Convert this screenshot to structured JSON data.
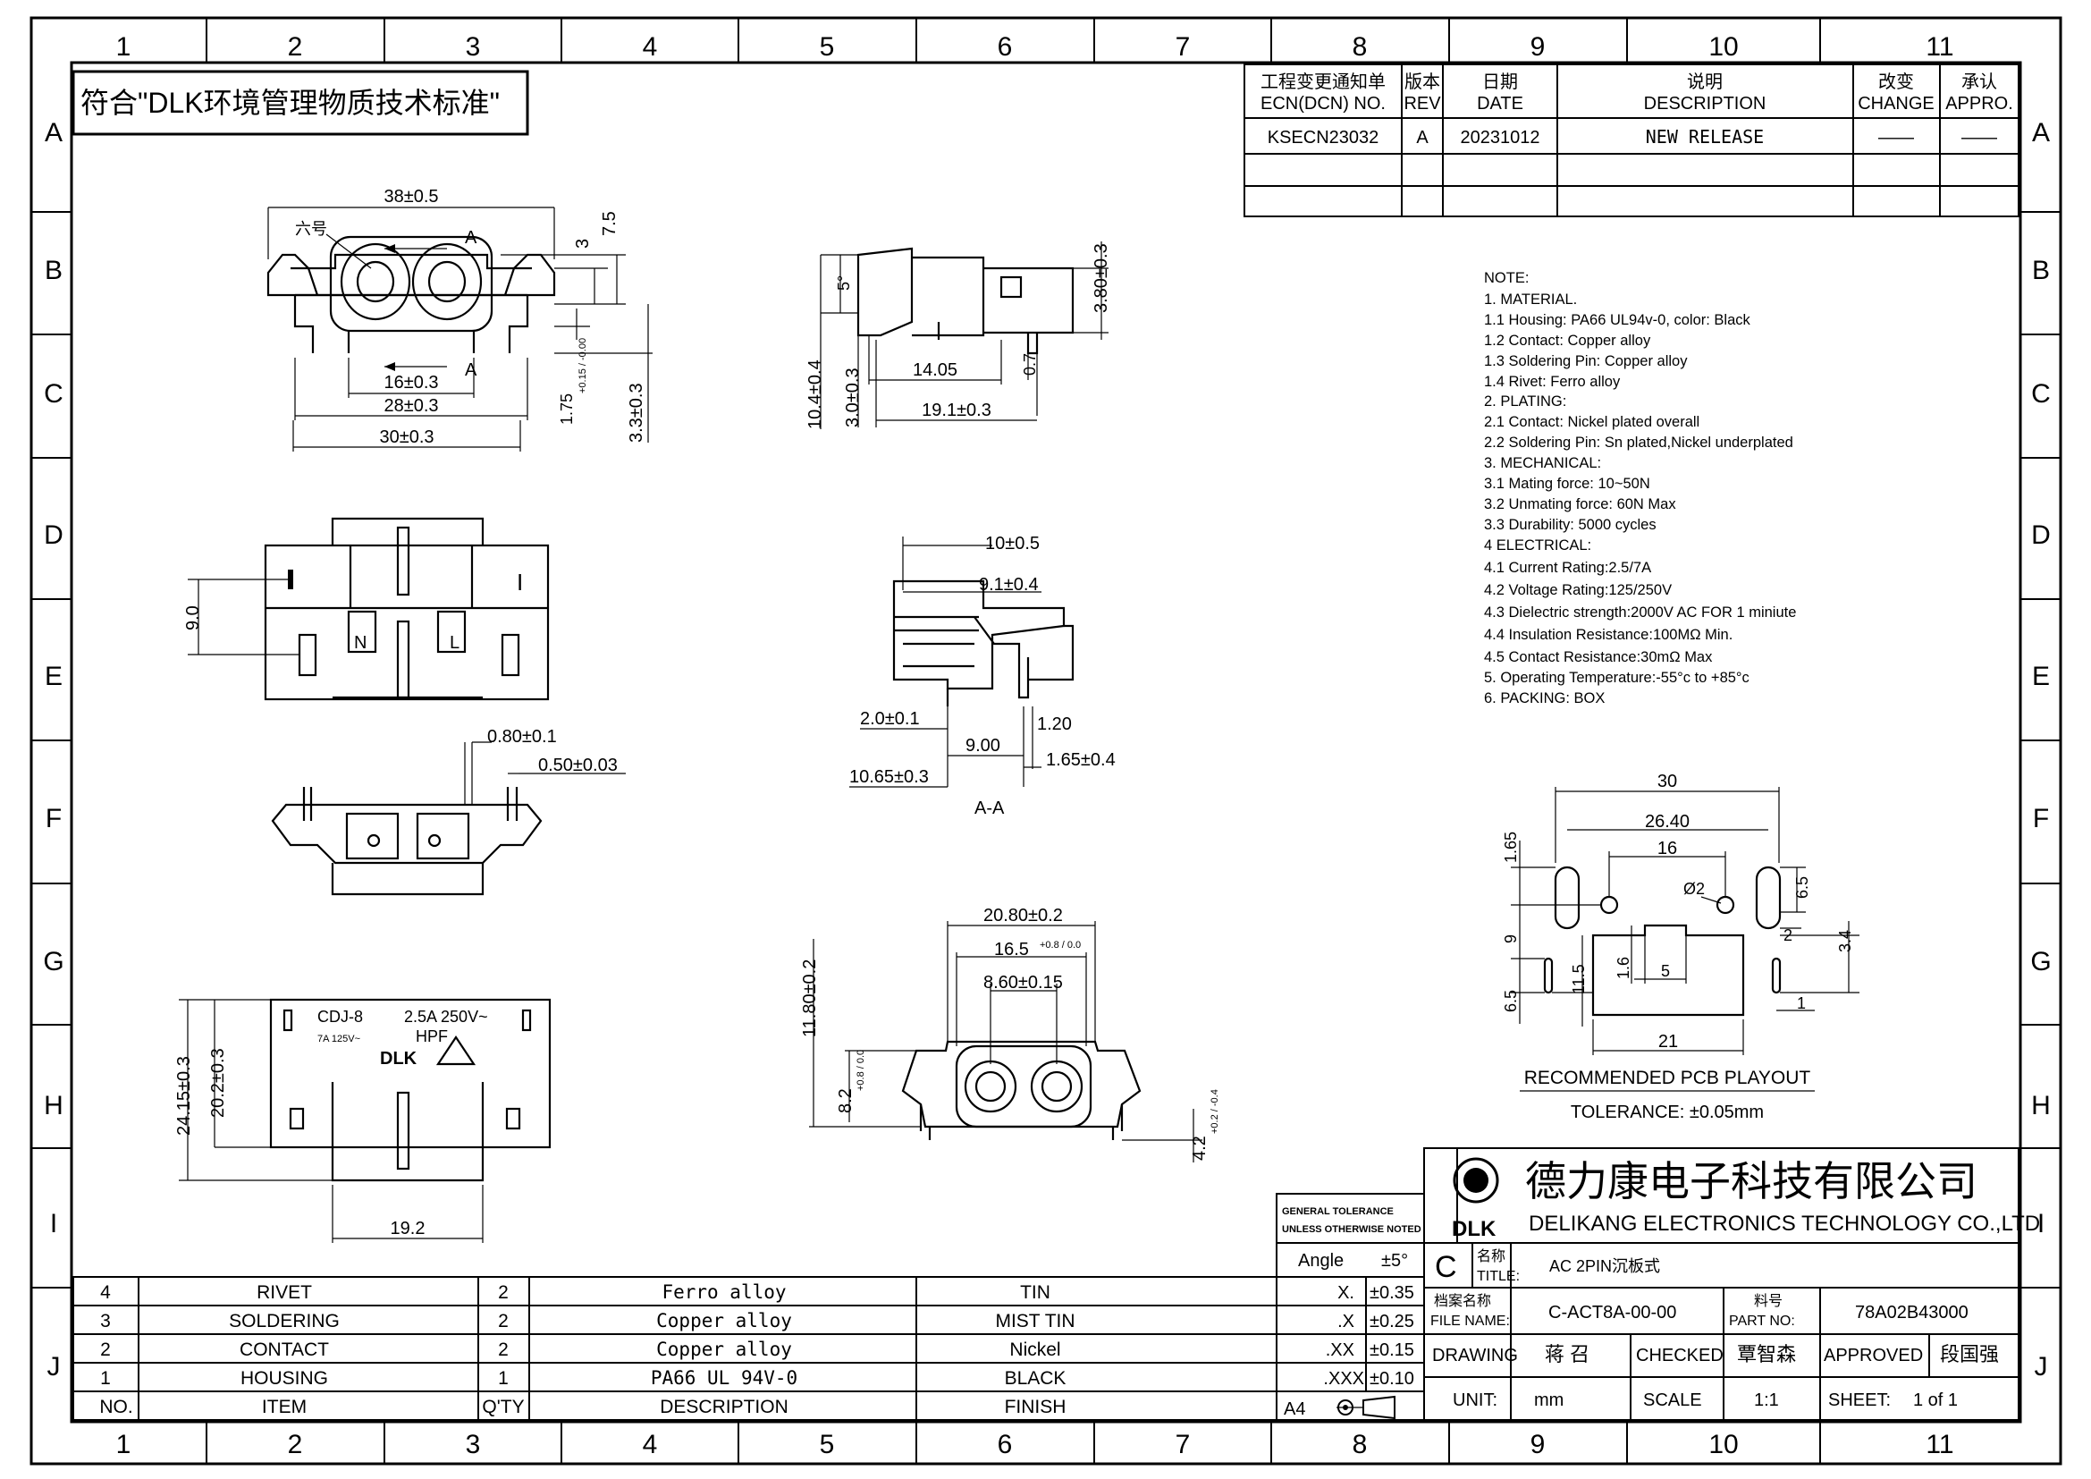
{
  "grid": {
    "columns": [
      "1",
      "2",
      "3",
      "4",
      "5",
      "6",
      "7",
      "8",
      "9",
      "10",
      "11"
    ],
    "rows": [
      "A",
      "B",
      "C",
      "D",
      "E",
      "F",
      "G",
      "H",
      "I",
      "J"
    ]
  },
  "header_banner": "符合\"DLK环境管理物质技术标准\"",
  "revision_table": {
    "headers": [
      {
        "cn": "工程变更通知单",
        "en": "ECN(DCN) NO."
      },
      {
        "cn": "版本",
        "en": "REV"
      },
      {
        "cn": "日期",
        "en": "DATE"
      },
      {
        "cn": "说明",
        "en": "DESCRIPTION"
      },
      {
        "cn": "改变",
        "en": "CHANGE"
      },
      {
        "cn": "承认",
        "en": "APPRO."
      }
    ],
    "row": {
      "ecn": "KSECN23032",
      "rev": "A",
      "date": "20231012",
      "description": "NEW RELEASE",
      "change": "——",
      "appro": "——"
    }
  },
  "notes": [
    "NOTE:",
    "1. MATERIAL.",
    "1.1 Housing: PA66 UL94v-0, color: Black",
    "1.2 Contact: Copper alloy",
    "1.3 Soldering Pin: Copper alloy",
    "1.4 Rivet: Ferro alloy",
    "2. PLATING:",
    "2.1 Contact: Nickel plated overall",
    "2.2 Soldering Pin: Sn plated,Nickel underplated",
    "3. MECHANICAL:",
    "3.1 Mating force: 10~50N",
    "3.2 Unmating force: 60N Max",
    "3.3 Durability: 5000 cycles",
    "4 ELECTRICAL:",
    "4.1 Current Rating:2.5/7A",
    "4.2 Voltage Rating:125/250V",
    "4.3 Dielectric strength:2000V AC FOR 1 miniute",
    "4.4 Insulation Resistance:100MΩ Min.",
    "4.5 Contact Resistance:30mΩ Max",
    "5. Operating Temperature:-55°c to +85°c",
    "6. PACKING: BOX"
  ],
  "dims": {
    "front": {
      "w38": "38±0.5",
      "liuhao": "六号",
      "a": "A",
      "d3": "3",
      "d75": "7.5",
      "d16": "16±0.3",
      "d28": "28±0.3",
      "d30": "30±0.3",
      "d175": "1.75",
      "d175tol": "+0.15 / -0.00",
      "d33": "3.3±0.3"
    },
    "side": {
      "d5": "5°",
      "d380": "3.80±0.3",
      "d1405": "14.05",
      "d07": "0.7",
      "d104": "10.4±0.4",
      "d30": "3.0±0.3",
      "d191": "19.1±0.3"
    },
    "top": {
      "d90": "9.0",
      "n": "N",
      "l": "L",
      "i": "I"
    },
    "section": {
      "d10": "10±0.5",
      "d91": "9.1±0.4",
      "d20": "2.0±0.1",
      "d900": "9.00",
      "d120": "1.20",
      "d165": "1.65±0.4",
      "d1065": "10.65±0.3",
      "label": "A-A"
    },
    "bottom": {
      "d080": "0.80±0.1",
      "d050": "0.50±0.03"
    },
    "label_view": {
      "cdj": "CDJ-8",
      "rating": "2.5A 250V~",
      "rating2": "7A 125V~",
      "hpf": "HPF",
      "dlk": "DLK",
      "d2415": "24.15±0.3",
      "d202": "20.2±0.3",
      "d192": "19.2"
    },
    "rear": {
      "d208": "20.80±0.2",
      "d165": "16.5",
      "d165tol": "+0.8 / 0.0",
      "d86": "8.60±0.15",
      "d118": "11.80±0.2",
      "d82": "8.2",
      "d82tol": "+0.8 / 0.0",
      "d42": "4.2",
      "d42tol": "+0.2 / -0.4"
    },
    "pcb": {
      "d30": "30",
      "d2640": "26.40",
      "d16": "16",
      "d165": "1.65",
      "d2": "Ø2",
      "d65": "6.5",
      "d9": "9",
      "d2b": "2",
      "d34": "3.4",
      "d65b": "6.5",
      "d115": "11.5",
      "d16b": "1.6",
      "d5": "5",
      "d1": "1",
      "d21": "21",
      "title": "RECOMMENDED PCB PLAYOUT",
      "tolerance": "TOLERANCE: ±0.05mm"
    }
  },
  "company": {
    "cn": "德力康电子科技有限公司",
    "en": "DELIKANG ELECTRONICS TECHNOLOGY CO.,LTD",
    "logo": "DLK"
  },
  "general_tolerance": {
    "title1": "GENERAL TOLERANCE",
    "title2": "UNLESS OTHERWISE NOTED",
    "rows": [
      {
        "k": "Angle",
        "v": "±5°"
      },
      {
        "k": "X.",
        "v": "±0.35"
      },
      {
        "k": ".X",
        "v": "±0.25"
      },
      {
        "k": ".XX",
        "v": "±0.15"
      },
      {
        "k": ".XXX",
        "v": "±0.10"
      }
    ],
    "paper": "A4"
  },
  "title_block": {
    "size_letter": "C",
    "title_label_cn": "名称",
    "title_label_en": "TITLE:",
    "title": "AC 2PIN沉板式",
    "file_label_cn": "档案名称",
    "file_label_en": "FILE NAME:",
    "file": "C-ACT8A-00-00",
    "part_label_cn": "料号",
    "part_label_en": "PART NO:",
    "part": "78A02B43000",
    "drawing_label": "DRAWING",
    "drawing": "蒋 召",
    "checked_label": "CHECKED",
    "checked": "覃智森",
    "approved_label": "APPROVED",
    "approved": "段国强",
    "unit_label": "UNIT:",
    "unit": "mm",
    "scale_label": "SCALE",
    "scale": "1:1",
    "sheet_label": "SHEET:",
    "sheet": "1 of 1"
  },
  "bom": {
    "headers": [
      "NO.",
      "ITEM",
      "Q'TY",
      "DESCRIPTION",
      "FINISH"
    ],
    "rows": [
      [
        "4",
        "RIVET",
        "2",
        "Ferro alloy",
        "TIN"
      ],
      [
        "3",
        "SOLDERING",
        "2",
        "Copper alloy",
        "MIST TIN"
      ],
      [
        "2",
        "CONTACT",
        "2",
        "Copper alloy",
        "Nickel"
      ],
      [
        "1",
        "HOUSING",
        "1",
        "PA66 UL 94V-0",
        "BLACK"
      ]
    ]
  }
}
